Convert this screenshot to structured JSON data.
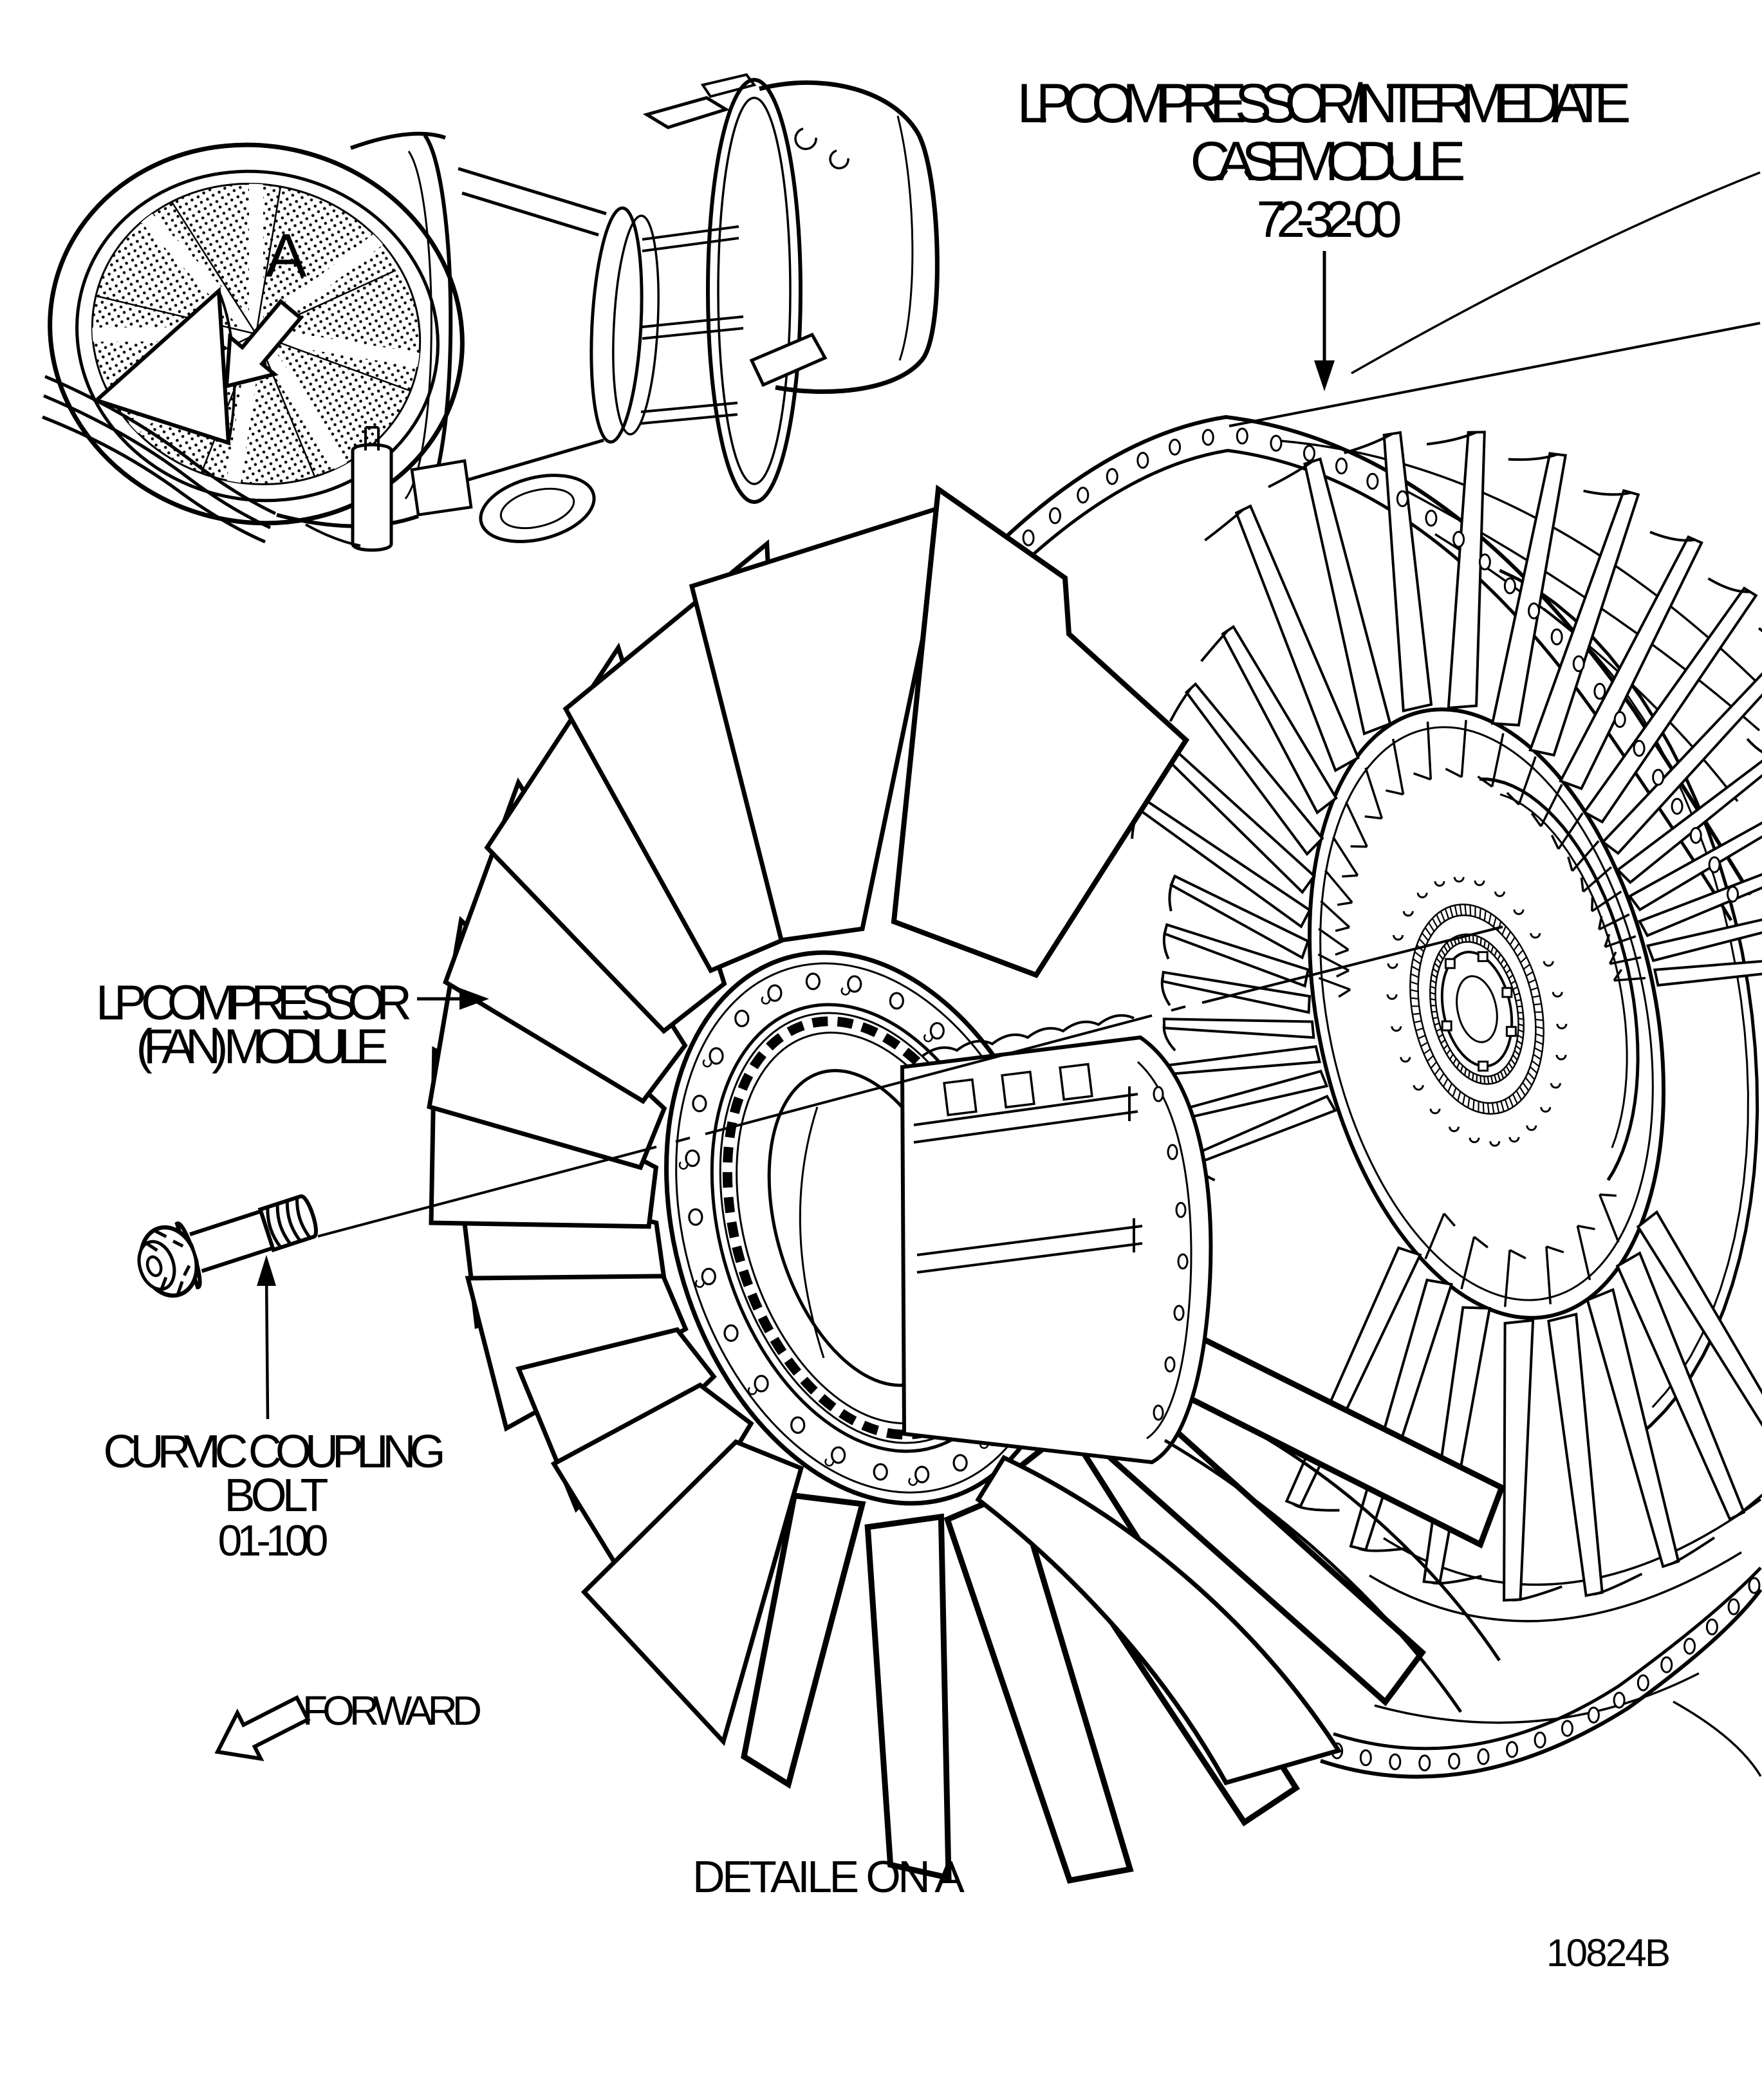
{
  "page": {
    "background": "#ffffff",
    "ink": "#000000"
  },
  "labels": {
    "intermediate_case": {
      "line1": "LP COMPRESSOR / INTERMEDIATE",
      "line2": "CASE MODULE",
      "line3": "72-32-00"
    },
    "fan_module": {
      "line1": "LP COMPRESSOR",
      "line2": "(FAN) MODULE"
    },
    "curvic_bolt": {
      "line1": "CURVIC COUPLING",
      "line2": "BOLT",
      "line3": "01-100"
    },
    "view_reference": "A",
    "direction": "FORWARD",
    "caption": "DETAILE ON A",
    "drawing_number": "10824B"
  }
}
